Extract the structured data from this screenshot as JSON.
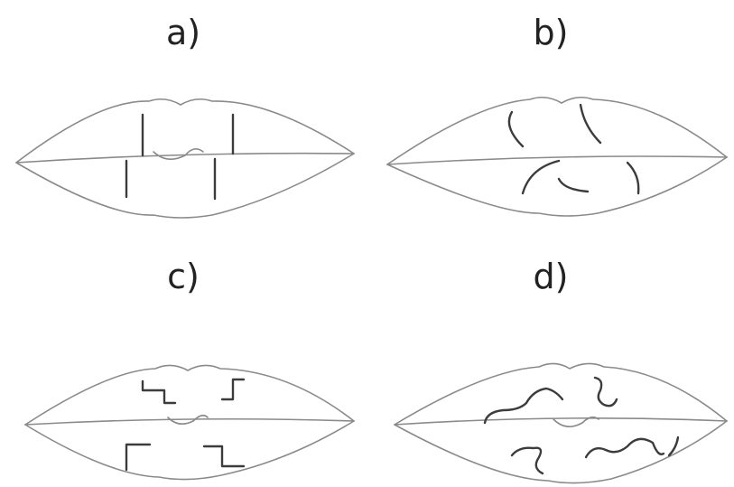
{
  "panels": [
    {
      "id": "a",
      "label": "a)",
      "pattern": "vertical-lines"
    },
    {
      "id": "b",
      "label": "b)",
      "pattern": "curved-lines"
    },
    {
      "id": "c",
      "label": "c)",
      "pattern": "stepped-lines"
    },
    {
      "id": "d",
      "label": "d)",
      "pattern": "wavy-lines"
    }
  ],
  "colors": {
    "outline": "#8a8a8a",
    "marks": "#3c3c3c"
  }
}
